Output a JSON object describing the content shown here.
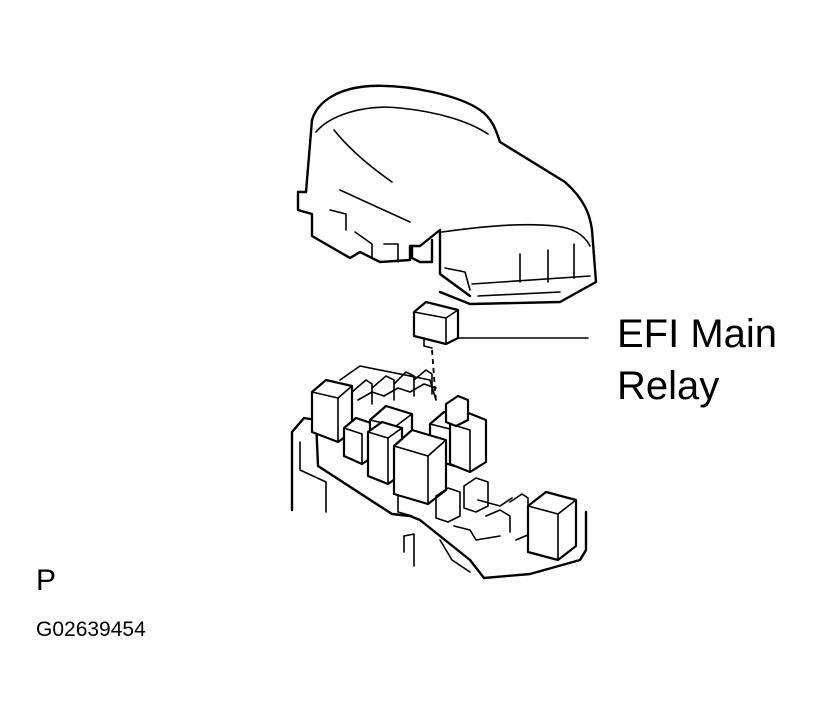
{
  "diagram": {
    "callout": {
      "line1": "EFI Main",
      "line2": "Relay"
    },
    "view_letter": "P",
    "figure_code": "G02639454"
  },
  "colors": {
    "ink": "#000000",
    "background": "#ffffff"
  }
}
